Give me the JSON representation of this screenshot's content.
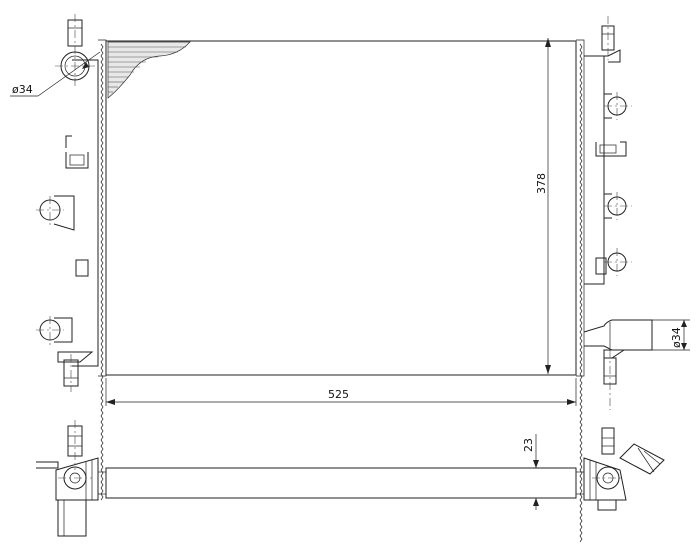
{
  "drawing": {
    "dimensions": {
      "height": "378",
      "width": "525",
      "inlet_diameter": "ø34",
      "outlet_diameter": "ø34",
      "core_depth": "23"
    }
  }
}
